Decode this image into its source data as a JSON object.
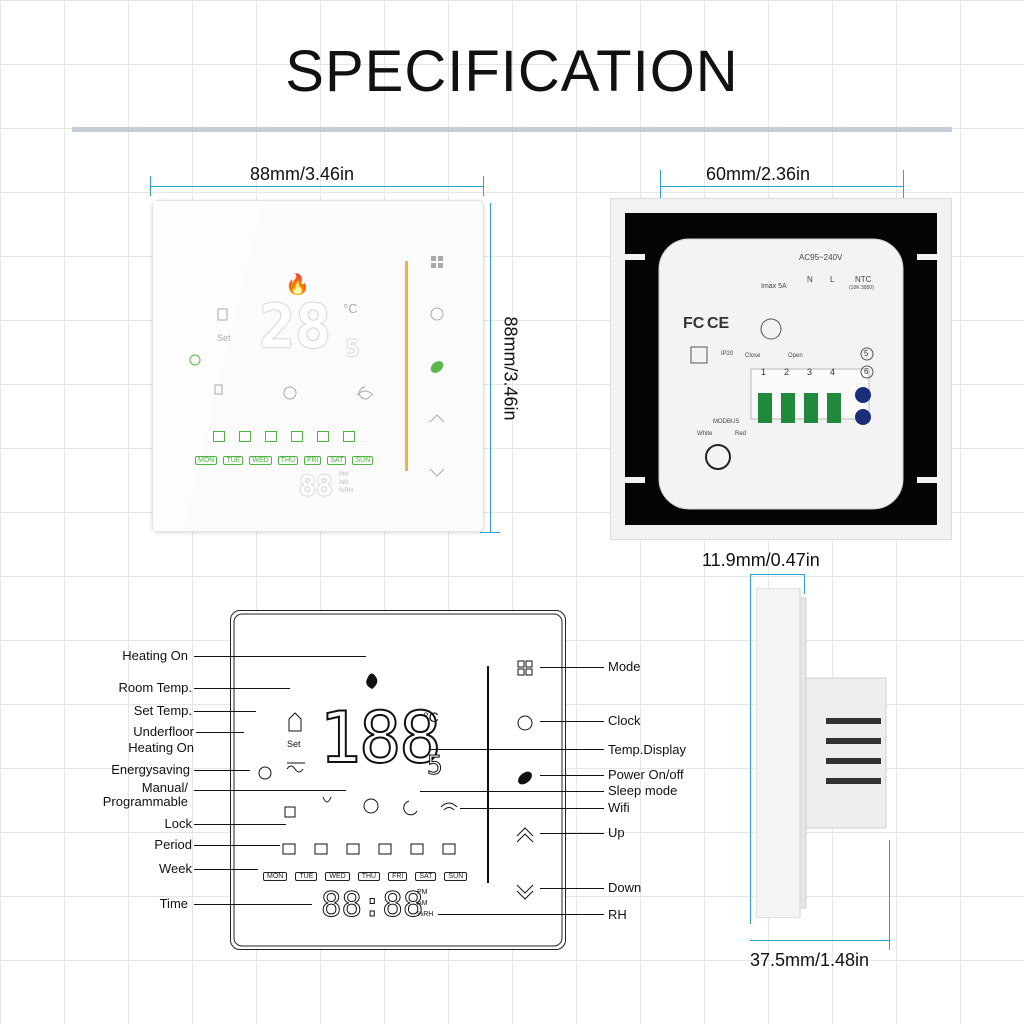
{
  "title": "SPECIFICATION",
  "dimensions": {
    "front_width": "88mm/3.46in",
    "front_height": "88mm/3.46in",
    "back_width": "60mm/2.36in",
    "side_depth_top": "11.9mm/0.47in",
    "side_depth_bottom": "37.5mm/1.48in"
  },
  "front_display": {
    "temp": "28",
    "temp_decimal": "5",
    "unit": "°C",
    "set_label": "Set",
    "pm": "PM",
    "am": "AM",
    "rh": "%RH",
    "days": [
      "MON",
      "TUE",
      "WED",
      "THU",
      "FRI",
      "SAT",
      "SUN"
    ]
  },
  "back_panel": {
    "voltage": "AC95~240V",
    "imax": "Imax 5A",
    "n": "N",
    "l": "L",
    "ntc": "NTC",
    "ntc_spec": "(10K 3950)",
    "ip": "IP20",
    "close": "Close",
    "open": "Open",
    "modbus": "MODBUS",
    "white": "White",
    "red": "Red",
    "terminals": [
      "1",
      "2",
      "3",
      "4"
    ],
    "ntc_terminals": [
      "5",
      "6"
    ],
    "fc": "FC",
    "ce": "CE"
  },
  "diagram_display": {
    "temp": "188",
    "temp_decimal": "5",
    "unit": "°C",
    "set_label": "Set",
    "time": "88:88",
    "pm": "PM",
    "am": "AM",
    "rh": "%RH",
    "days": [
      "MON",
      "TUE",
      "WED",
      "THU",
      "FRI",
      "SAT",
      "SUN"
    ]
  },
  "callouts_left": [
    "Heating On",
    "Room Temp.",
    "Set  Temp.",
    "Underfloor",
    "Heating On",
    "Energysaving",
    "Manual/",
    "Programmable",
    "Lock",
    "Period",
    "Week",
    "Time"
  ],
  "callouts_right": [
    "Mode",
    "Clock",
    "Temp.Display",
    "Power On/off",
    "Sleep mode",
    "Wifi",
    "Up",
    "Down",
    "RH"
  ]
}
